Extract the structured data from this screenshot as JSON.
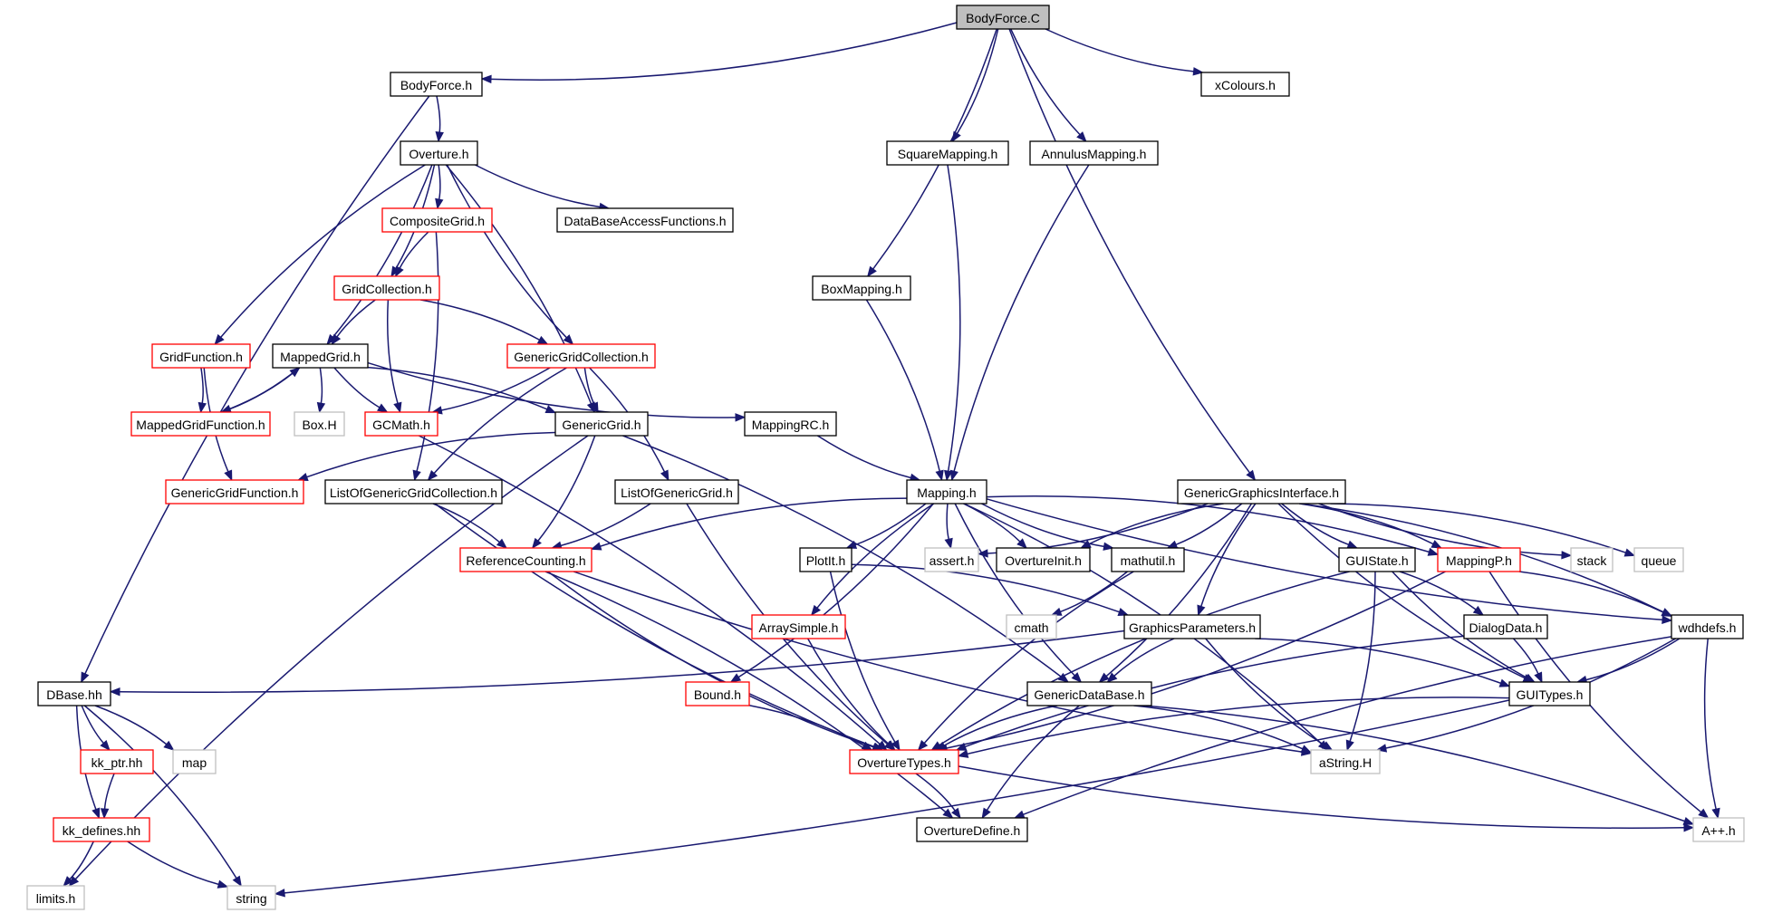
{
  "colors": {
    "edge": "#191970",
    "kind_normal": "#000000",
    "kind_red": "#ff0000",
    "kind_gray": "#bfbfbf",
    "kind_root_fill": "#bfbfbf",
    "background": "#ffffff"
  },
  "nodes": [
    {
      "id": "bodyforce-c",
      "label": "BodyForce.C",
      "kind": "root"
    },
    {
      "id": "bodyforce-h",
      "label": "BodyForce.h",
      "kind": "normal"
    },
    {
      "id": "xcolours-h",
      "label": "xColours.h",
      "kind": "normal"
    },
    {
      "id": "overture-h",
      "label": "Overture.h",
      "kind": "normal"
    },
    {
      "id": "squaremapping-h",
      "label": "SquareMapping.h",
      "kind": "normal"
    },
    {
      "id": "annulusmapping-h",
      "label": "AnnulusMapping.h",
      "kind": "normal"
    },
    {
      "id": "compositegrid-h",
      "label": "CompositeGrid.h",
      "kind": "red"
    },
    {
      "id": "database-h",
      "label": "DataBaseAccessFunctions.h",
      "kind": "normal"
    },
    {
      "id": "boxmapping-h",
      "label": "BoxMapping.h",
      "kind": "normal"
    },
    {
      "id": "gridcollection-h",
      "label": "GridCollection.h",
      "kind": "red"
    },
    {
      "id": "gridfunction-h",
      "label": "GridFunction.h",
      "kind": "red"
    },
    {
      "id": "mappedgrid-h",
      "label": "MappedGrid.h",
      "kind": "normal"
    },
    {
      "id": "genericgridcollection-h",
      "label": "GenericGridCollection.h",
      "kind": "red"
    },
    {
      "id": "mappedgridfunction-h",
      "label": "MappedGridFunction.h",
      "kind": "red"
    },
    {
      "id": "box-H",
      "label": "Box.H",
      "kind": "gray"
    },
    {
      "id": "gcmath-h",
      "label": "GCMath.h",
      "kind": "red"
    },
    {
      "id": "genericgrid-h",
      "label": "GenericGrid.h",
      "kind": "normal"
    },
    {
      "id": "mappingrc-h",
      "label": "MappingRC.h",
      "kind": "normal"
    },
    {
      "id": "genericgridfunction-h",
      "label": "GenericGridFunction.h",
      "kind": "red"
    },
    {
      "id": "listofgenericgridcollection-h",
      "label": "ListOfGenericGridCollection.h",
      "kind": "normal"
    },
    {
      "id": "listofgenericgrid-h",
      "label": "ListOfGenericGrid.h",
      "kind": "normal"
    },
    {
      "id": "mapping-h",
      "label": "Mapping.h",
      "kind": "normal"
    },
    {
      "id": "genericgraphicsinterface-h",
      "label": "GenericGraphicsInterface.h",
      "kind": "normal"
    },
    {
      "id": "referencecounting-h",
      "label": "ReferenceCounting.h",
      "kind": "red"
    },
    {
      "id": "plotit-h",
      "label": "PlotIt.h",
      "kind": "normal"
    },
    {
      "id": "assert-h",
      "label": "assert.h",
      "kind": "gray"
    },
    {
      "id": "overtureinit-h",
      "label": "OvertureInit.h",
      "kind": "normal"
    },
    {
      "id": "mathutil-h",
      "label": "mathutil.h",
      "kind": "normal"
    },
    {
      "id": "guistate-h",
      "label": "GUIState.h",
      "kind": "normal"
    },
    {
      "id": "mappingp-h",
      "label": "MappingP.h",
      "kind": "red"
    },
    {
      "id": "stack",
      "label": "stack",
      "kind": "gray"
    },
    {
      "id": "queue",
      "label": "queue",
      "kind": "gray"
    },
    {
      "id": "arraysimple-h",
      "label": "ArraySimple.h",
      "kind": "red"
    },
    {
      "id": "cmath",
      "label": "cmath",
      "kind": "gray"
    },
    {
      "id": "graphicsparameters-h",
      "label": "GraphicsParameters.h",
      "kind": "normal"
    },
    {
      "id": "dialogdata-h",
      "label": "DialogData.h",
      "kind": "normal"
    },
    {
      "id": "wdhdefs-h",
      "label": "wdhdefs.h",
      "kind": "normal"
    },
    {
      "id": "dbase-hh",
      "label": "DBase.hh",
      "kind": "normal"
    },
    {
      "id": "bound-h",
      "label": "Bound.h",
      "kind": "red"
    },
    {
      "id": "genericdatabase-h",
      "label": "GenericDataBase.h",
      "kind": "normal"
    },
    {
      "id": "guitypes-h",
      "label": "GUITypes.h",
      "kind": "normal"
    },
    {
      "id": "kk_ptr-hh",
      "label": "kk_ptr.hh",
      "kind": "red"
    },
    {
      "id": "map",
      "label": "map",
      "kind": "gray"
    },
    {
      "id": "overturetypes-h",
      "label": "OvertureTypes.h",
      "kind": "red"
    },
    {
      "id": "astring-H",
      "label": "aString.H",
      "kind": "gray"
    },
    {
      "id": "kk_defines-hh",
      "label": "kk_defines.hh",
      "kind": "red"
    },
    {
      "id": "overturedefine-h",
      "label": "OvertureDefine.h",
      "kind": "normal"
    },
    {
      "id": "aplusplus-h",
      "label": "A++.h",
      "kind": "gray"
    },
    {
      "id": "limits-h",
      "label": "limits.h",
      "kind": "gray"
    },
    {
      "id": "string",
      "label": "string",
      "kind": "gray"
    }
  ],
  "edges": [
    [
      "bodyforce-c",
      "bodyforce-h"
    ],
    [
      "bodyforce-c",
      "xcolours-h"
    ],
    [
      "bodyforce-c",
      "squaremapping-h"
    ],
    [
      "bodyforce-c",
      "annulusmapping-h"
    ],
    [
      "bodyforce-c",
      "boxmapping-h"
    ],
    [
      "bodyforce-c",
      "genericgraphicsinterface-h"
    ],
    [
      "bodyforce-h",
      "overture-h"
    ],
    [
      "bodyforce-h",
      "dbase-hh"
    ],
    [
      "overture-h",
      "compositegrid-h"
    ],
    [
      "overture-h",
      "database-h"
    ],
    [
      "overture-h",
      "gridcollection-h"
    ],
    [
      "overture-h",
      "gridfunction-h"
    ],
    [
      "overture-h",
      "mappedgrid-h"
    ],
    [
      "overture-h",
      "genericgridcollection-h"
    ],
    [
      "overture-h",
      "genericgrid-h"
    ],
    [
      "compositegrid-h",
      "gridcollection-h"
    ],
    [
      "compositegrid-h",
      "listofgenericgridcollection-h"
    ],
    [
      "gridcollection-h",
      "mappedgrid-h"
    ],
    [
      "gridcollection-h",
      "genericgridcollection-h"
    ],
    [
      "gridcollection-h",
      "gcmath-h"
    ],
    [
      "gridfunction-h",
      "mappedgridfunction-h"
    ],
    [
      "gridfunction-h",
      "genericgridfunction-h"
    ],
    [
      "mappedgrid-h",
      "mappedgridfunction-h"
    ],
    [
      "mappedgridfunction-h",
      "mappedgrid-h"
    ],
    [
      "mappedgrid-h",
      "box-H"
    ],
    [
      "mappedgrid-h",
      "gcmath-h"
    ],
    [
      "mappedgrid-h",
      "genericgrid-h"
    ],
    [
      "mappedgrid-h",
      "mappingrc-h"
    ],
    [
      "genericgridcollection-h",
      "gcmath-h"
    ],
    [
      "genericgridcollection-h",
      "genericgrid-h"
    ],
    [
      "genericgridcollection-h",
      "listofgenericgrid-h"
    ],
    [
      "genericgridcollection-h",
      "listofgenericgridcollection-h"
    ],
    [
      "gcmath-h",
      "overturetypes-h"
    ],
    [
      "genericgrid-h",
      "genericgridfunction-h"
    ],
    [
      "genericgrid-h",
      "referencecounting-h"
    ],
    [
      "genericgrid-h",
      "limits-h"
    ],
    [
      "genericgrid-h",
      "genericdatabase-h"
    ],
    [
      "mappingrc-h",
      "mapping-h"
    ],
    [
      "listofgenericgridcollection-h",
      "referencecounting-h"
    ],
    [
      "listofgenericgridcollection-h",
      "overturetypes-h"
    ],
    [
      "listofgenericgrid-h",
      "referencecounting-h"
    ],
    [
      "listofgenericgrid-h",
      "overturetypes-h"
    ],
    [
      "squaremapping-h",
      "mapping-h"
    ],
    [
      "annulusmapping-h",
      "mapping-h"
    ],
    [
      "boxmapping-h",
      "mapping-h"
    ],
    [
      "mapping-h",
      "referencecounting-h"
    ],
    [
      "mapping-h",
      "plotit-h"
    ],
    [
      "mapping-h",
      "assert-h"
    ],
    [
      "mapping-h",
      "overtureinit-h"
    ],
    [
      "mapping-h",
      "mathutil-h"
    ],
    [
      "mapping-h",
      "mappingp-h"
    ],
    [
      "mapping-h",
      "arraysimple-h"
    ],
    [
      "mapping-h",
      "bound-h"
    ],
    [
      "mapping-h",
      "genericdatabase-h"
    ],
    [
      "mapping-h",
      "astring-H"
    ],
    [
      "mapping-h",
      "wdhdefs-h"
    ],
    [
      "genericgraphicsinterface-h",
      "assert-h"
    ],
    [
      "genericgraphicsinterface-h",
      "overtureinit-h"
    ],
    [
      "genericgraphicsinterface-h",
      "mathutil-h"
    ],
    [
      "genericgraphicsinterface-h",
      "guistate-h"
    ],
    [
      "genericgraphicsinterface-h",
      "mappingp-h"
    ],
    [
      "genericgraphicsinterface-h",
      "stack"
    ],
    [
      "genericgraphicsinterface-h",
      "queue"
    ],
    [
      "genericgraphicsinterface-h",
      "graphicsparameters-h"
    ],
    [
      "genericgraphicsinterface-h",
      "genericdatabase-h"
    ],
    [
      "genericgraphicsinterface-h",
      "guitypes-h"
    ],
    [
      "genericgraphicsinterface-h",
      "wdhdefs-h"
    ],
    [
      "referencecounting-h",
      "overturetypes-h"
    ],
    [
      "referencecounting-h",
      "overturedefine-h"
    ],
    [
      "referencecounting-h",
      "astring-H"
    ],
    [
      "plotit-h",
      "graphicsparameters-h"
    ],
    [
      "plotit-h",
      "overturetypes-h"
    ],
    [
      "mathutil-h",
      "cmath"
    ],
    [
      "mathutil-h",
      "overturetypes-h"
    ],
    [
      "guistate-h",
      "dialogdata-h"
    ],
    [
      "guistate-h",
      "guitypes-h"
    ],
    [
      "guistate-h",
      "astring-H"
    ],
    [
      "guistate-h",
      "overturetypes-h"
    ],
    [
      "mappingp-h",
      "wdhdefs-h"
    ],
    [
      "mappingp-h",
      "aplusplus-h"
    ],
    [
      "mappingp-h",
      "overturetypes-h"
    ],
    [
      "arraysimple-h",
      "overturetypes-h"
    ],
    [
      "graphicsparameters-h",
      "dbase-hh"
    ],
    [
      "graphicsparameters-h",
      "genericdatabase-h"
    ],
    [
      "graphicsparameters-h",
      "guitypes-h"
    ],
    [
      "graphicsparameters-h",
      "astring-H"
    ],
    [
      "dialogdata-h",
      "guitypes-h"
    ],
    [
      "dialogdata-h",
      "overturetypes-h"
    ],
    [
      "wdhdefs-h",
      "guitypes-h"
    ],
    [
      "wdhdefs-h",
      "aplusplus-h"
    ],
    [
      "wdhdefs-h",
      "astring-H"
    ],
    [
      "wdhdefs-h",
      "overturedefine-h"
    ],
    [
      "bound-h",
      "overturetypes-h"
    ],
    [
      "genericdatabase-h",
      "overturetypes-h"
    ],
    [
      "genericdatabase-h",
      "astring-H"
    ],
    [
      "genericdatabase-h",
      "overturedefine-h"
    ],
    [
      "genericdatabase-h",
      "aplusplus-h"
    ],
    [
      "guitypes-h",
      "overturetypes-h"
    ],
    [
      "guitypes-h",
      "string"
    ],
    [
      "dbase-hh",
      "kk_ptr-hh"
    ],
    [
      "dbase-hh",
      "map"
    ],
    [
      "dbase-hh",
      "kk_defines-hh"
    ],
    [
      "dbase-hh",
      "string"
    ],
    [
      "kk_ptr-hh",
      "kk_defines-hh"
    ],
    [
      "kk_defines-hh",
      "limits-h"
    ],
    [
      "kk_defines-hh",
      "string"
    ],
    [
      "overturetypes-h",
      "overturedefine-h"
    ],
    [
      "overturetypes-h",
      "aplusplus-h"
    ]
  ]
}
